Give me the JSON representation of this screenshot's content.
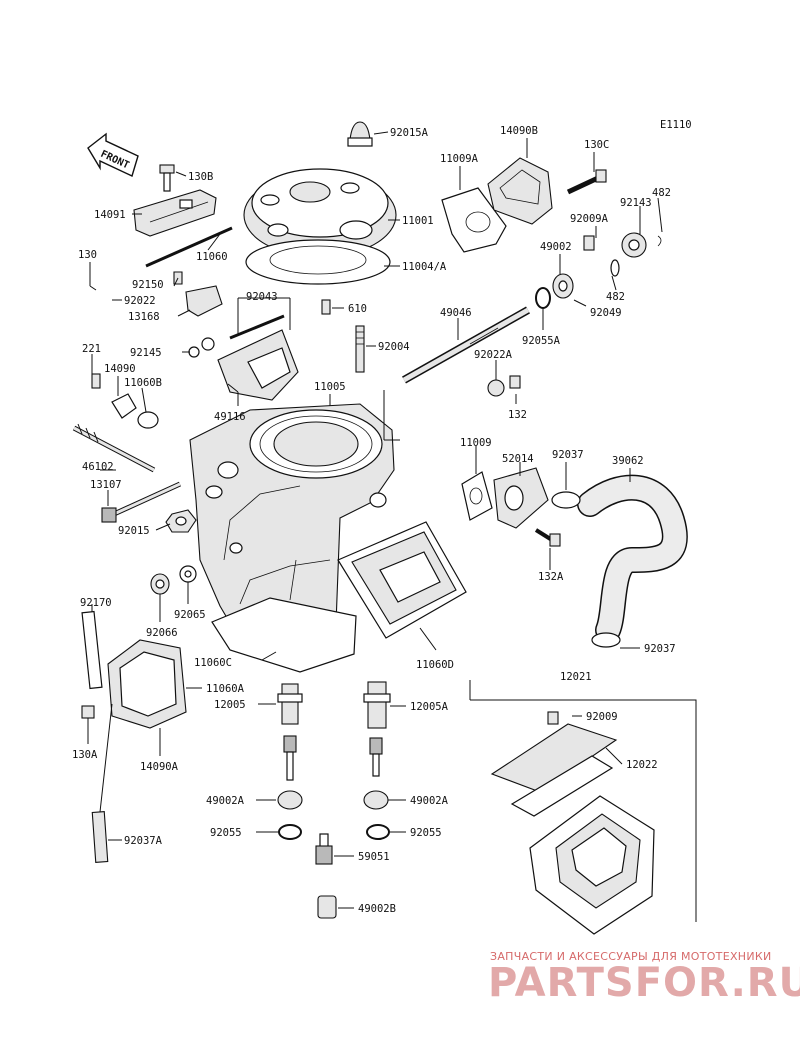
{
  "diagram": {
    "code": "E1110",
    "front_label": "FRONT",
    "labels": {
      "l92015A": "92015A",
      "l14090B": "14090B",
      "l11009A": "11009A",
      "l130C": "130C",
      "l130B": "130B",
      "l14091": "14091",
      "l11001": "11001",
      "l11060": "11060",
      "l11004A": "11004/A",
      "l130": "130",
      "l92150": "92150",
      "l92022": "92022",
      "l13168": "13168",
      "l92043": "92043",
      "l610": "610",
      "l92009A": "92009A",
      "l92143": "92143",
      "l482a": "482",
      "l49002": "49002",
      "l482b": "482",
      "l92049": "92049",
      "l49046": "49046",
      "l92055A": "92055A",
      "l92004": "92004",
      "l221": "221",
      "l92145": "92145",
      "l14090": "14090",
      "l11060B": "11060B",
      "l92022A": "92022A",
      "l11005": "11005",
      "l132": "132",
      "l49116": "49116",
      "l11009": "11009",
      "l46102": "46102",
      "l52014": "52014",
      "l92037a": "92037",
      "l39062": "39062",
      "l13107": "13107",
      "l92015": "92015",
      "l132A": "132A",
      "l92065": "92065",
      "l92066": "92066",
      "l92170": "92170",
      "l92037b": "92037",
      "l11060C": "11060C",
      "l11060D": "11060D",
      "l12021": "12021",
      "l11060A": "11060A",
      "l12005": "12005",
      "l12005A": "12005A",
      "l130A": "130A",
      "l14090A": "14090A",
      "l92009": "92009",
      "l12022": "12022",
      "l49002A1": "49002A",
      "l49002A2": "49002A",
      "l92055a": "92055",
      "l92055b": "92055",
      "l92037A": "92037A",
      "l59051": "59051",
      "l49002B": "49002B"
    }
  },
  "watermark": {
    "line1": "ЗАПЧАСТИ И АКСЕССУАРЫ ДЛЯ МОТОТЕХНИКИ",
    "brand": "PARTSFOR.RU"
  }
}
